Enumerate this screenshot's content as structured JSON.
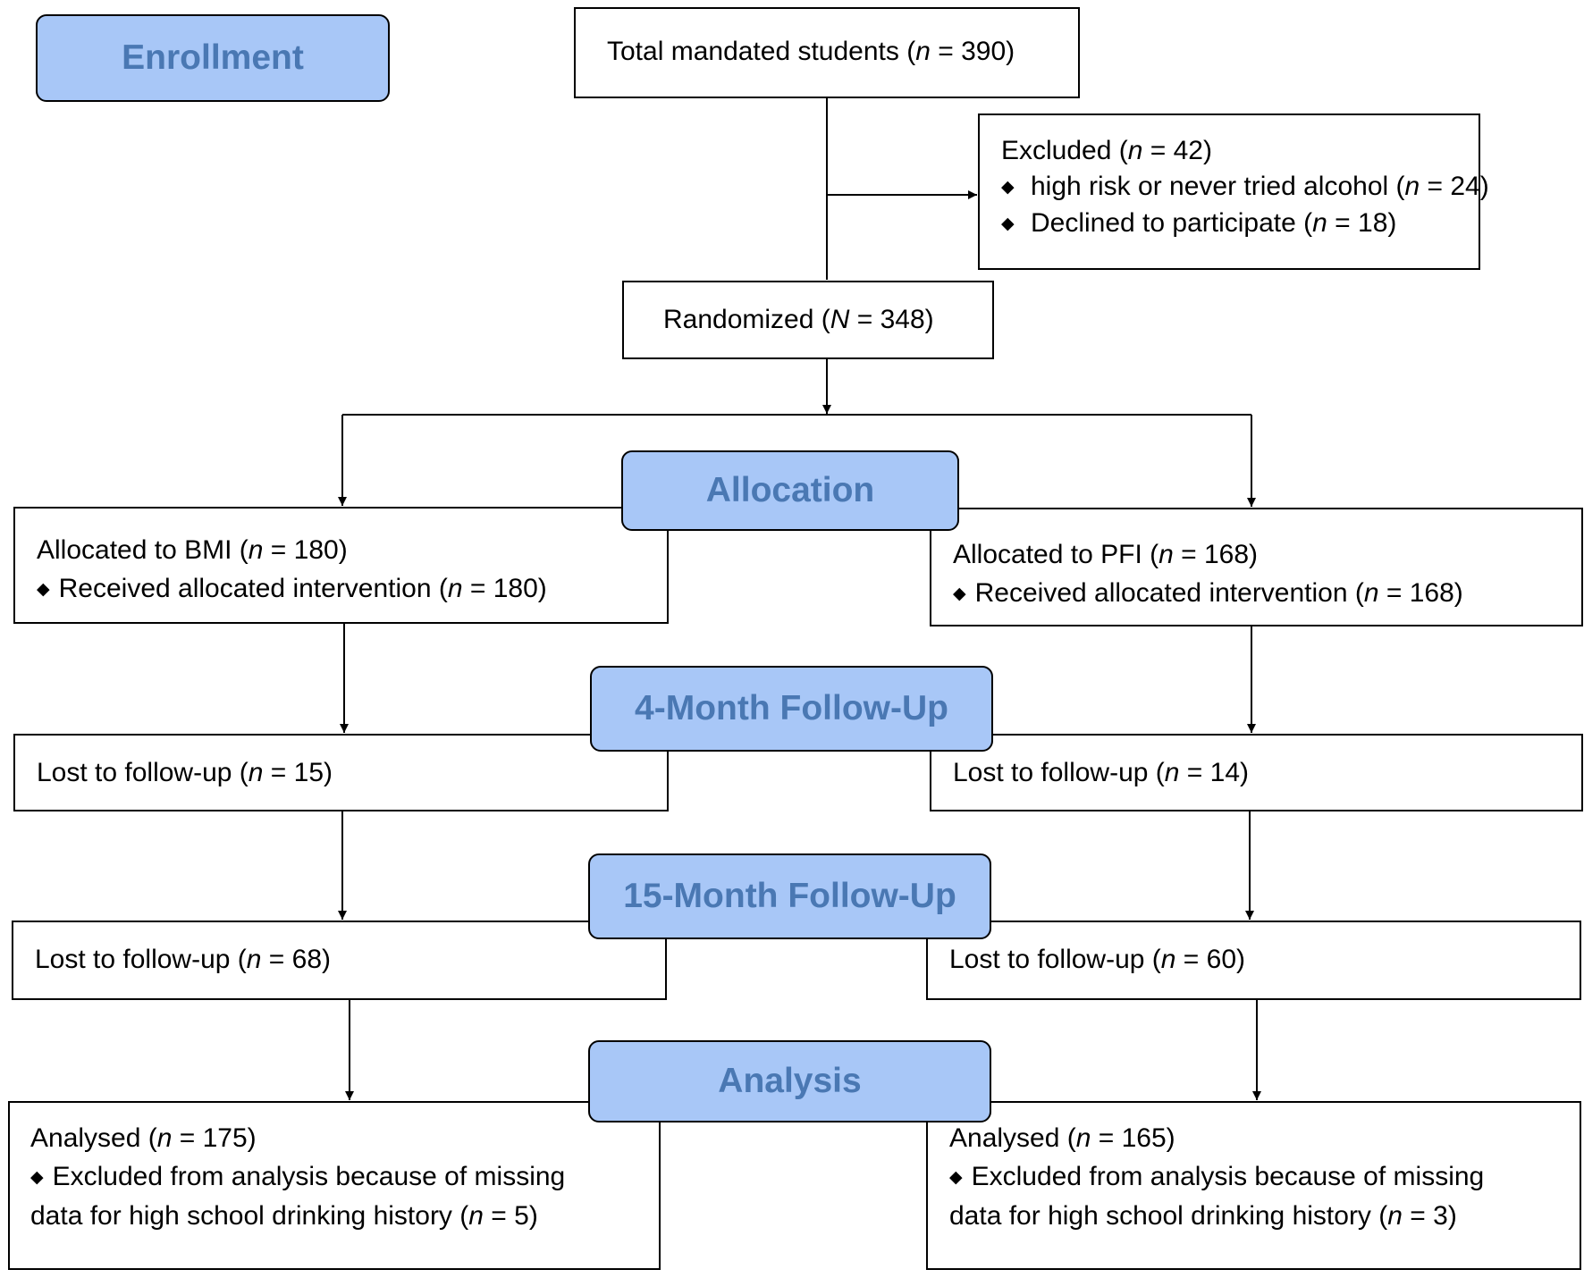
{
  "stages": {
    "enrollment": "Enrollment",
    "allocation": "Allocation",
    "followup4": "4-Month Follow-Up",
    "followup15": "15-Month Follow-Up",
    "analysis": "Analysis"
  },
  "total": {
    "label": "Total mandated students (",
    "n": "n",
    "value": " = 390)"
  },
  "excluded": {
    "title": {
      "label": "Excluded (",
      "n": "n",
      "value": " = 42)"
    },
    "items": [
      {
        "label": "high risk or never tried alcohol (",
        "n": "n",
        "value": " = 24)"
      },
      {
        "label": "Declined to participate (",
        "n": "n",
        "value": " = 18)"
      }
    ]
  },
  "randomized": {
    "label": "Randomized (",
    "n": "N",
    "value": " = 348)"
  },
  "bmi": {
    "allocated": {
      "label": "Allocated to BMI (",
      "n": "n",
      "value": " = 180)"
    },
    "received": {
      "label": "Received allocated intervention (",
      "n": "n",
      "value": " = 180)"
    },
    "lost4": {
      "label": "Lost to follow-up (",
      "n": "n",
      "value": " = 15)"
    },
    "lost15": {
      "label": "Lost to follow-up (",
      "n": "n",
      "value": " = 68)"
    },
    "analysed": {
      "label": "Analysed (",
      "n": "n",
      "value": " = 175)"
    },
    "excluded_line1": "Excluded from analysis because of missing",
    "excluded_line2": {
      "label": "data for high school drinking history (",
      "n": "n",
      "value": " = 5)"
    }
  },
  "pfi": {
    "allocated": {
      "label": "Allocated to PFI (",
      "n": "n",
      "value": " = 168)"
    },
    "received": {
      "label": "Received allocated intervention (",
      "n": "n",
      "value": " = 168)"
    },
    "lost4": {
      "label": "Lost to follow-up (",
      "n": "n",
      "value": " = 14)"
    },
    "lost15": {
      "label": "Lost to follow-up (",
      "n": "n",
      "value": " = 60)"
    },
    "analysed": {
      "label": "Analysed (",
      "n": "n",
      "value": " = 165)"
    },
    "excluded_line1": "Excluded from analysis because of missing",
    "excluded_line2": {
      "label": "data for high school drinking history (",
      "n": "n",
      "value": " = 3)"
    }
  },
  "bullet_glyph": "◆"
}
